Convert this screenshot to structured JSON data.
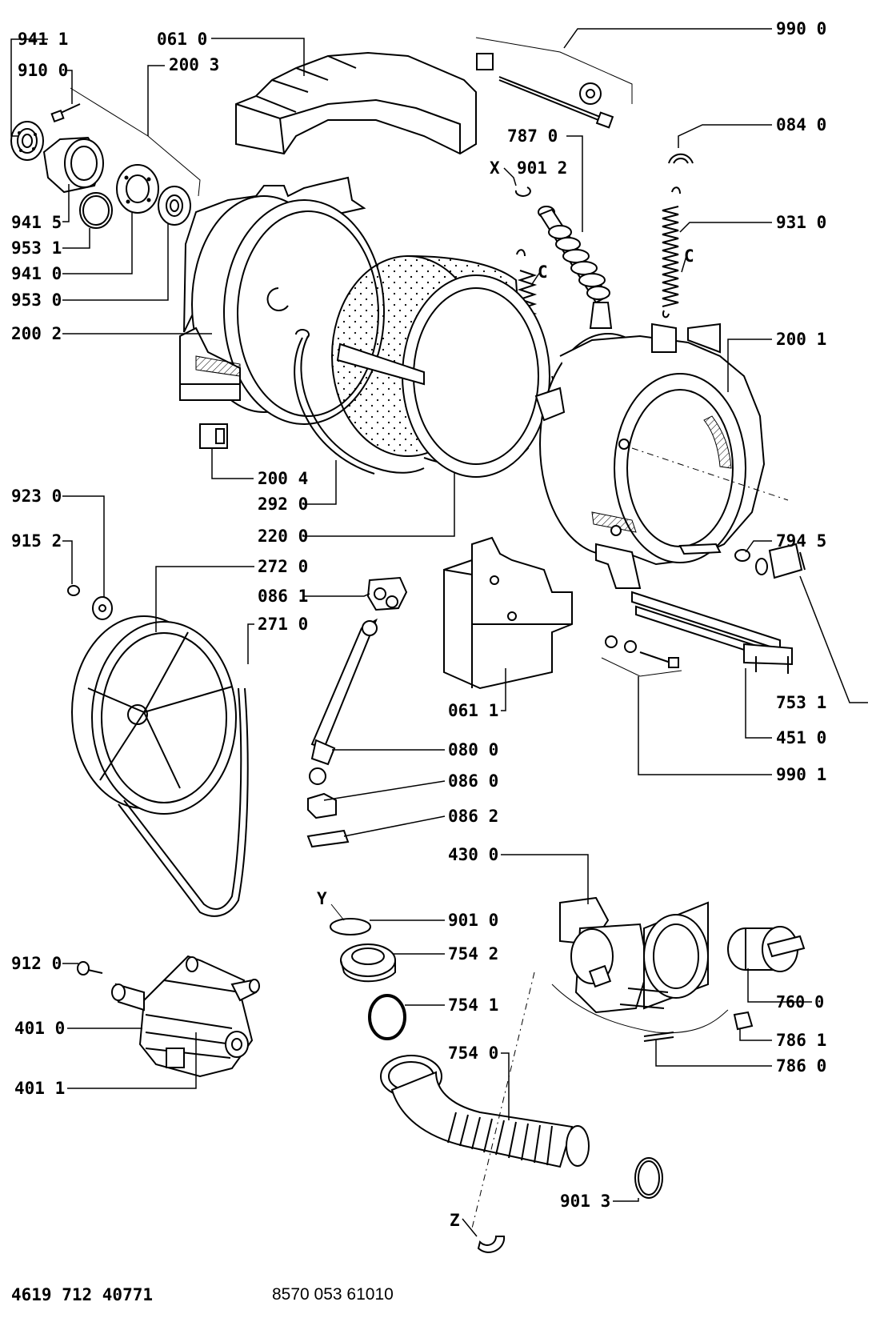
{
  "diagram": {
    "labels": {
      "l_941_1": "941 1",
      "l_910_0": "910 0",
      "l_061_0": "061 0",
      "l_200_3": "200 3",
      "l_990_0": "990 0",
      "l_084_0": "084 0",
      "l_787_0": "787 0",
      "l_x": "X",
      "l_901_2": "901 2",
      "l_931_0": "931 0",
      "l_941_5": "941 5",
      "l_953_1": "953 1",
      "l_941_0": "941 0",
      "l_953_0": "953 0",
      "l_c_right": "C",
      "l_c_mid": "C",
      "l_200_2": "200 2",
      "l_200_1": "200 1",
      "l_200_4": "200 4",
      "l_292_0": "292 0",
      "l_923_0": "923 0",
      "l_220_0": "220 0",
      "l_915_2": "915 2",
      "l_794_5": "794 5",
      "l_272_0": "272 0",
      "l_086_1": "086 1",
      "l_271_0": "271 0",
      "l_753_1": "753 1",
      "l_061_1": "061 1",
      "l_451_0": "451 0",
      "l_080_0": "080 0",
      "l_990_1": "990 1",
      "l_086_0": "086 0",
      "l_086_2": "086 2",
      "l_430_0": "430 0",
      "l_y": "Y",
      "l_901_0": "901 0",
      "l_754_2": "754 2",
      "l_912_0": "912 0",
      "l_760_0": "760 0",
      "l_754_1": "754 1",
      "l_401_0": "401 0",
      "l_786_1": "786 1",
      "l_754_0": "754 0",
      "l_786_0": "786 0",
      "l_401_1": "401 1",
      "l_z": "Z",
      "l_901_3": "901 3"
    }
  },
  "footer": {
    "left_code": "4619 712 40771",
    "right_code": "8570 053 61010"
  }
}
